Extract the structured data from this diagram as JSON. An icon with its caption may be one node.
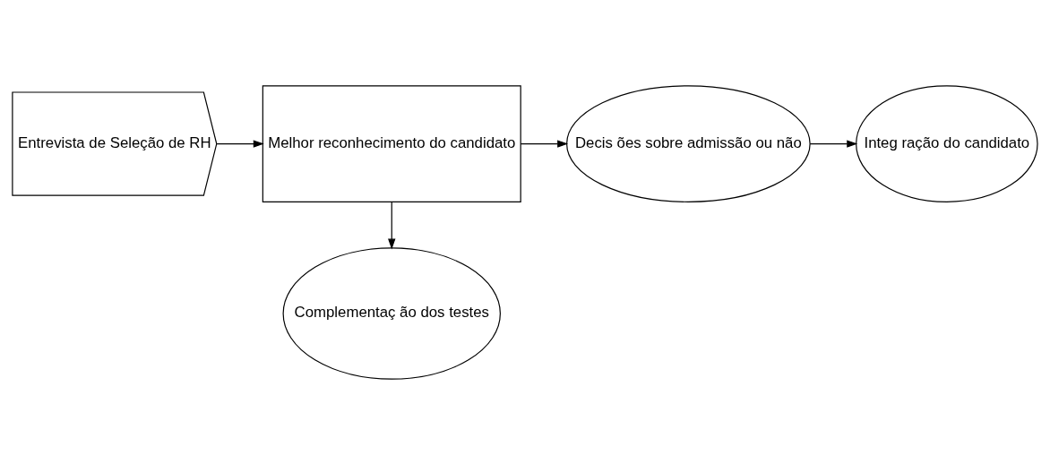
{
  "diagram": {
    "nodes": [
      {
        "text": [
          "Entrevista de Seleção de RH"
        ]
      },
      {
        "text": [
          "Melhor reconhecimento do candidato"
        ]
      },
      {
        "text": [
          "Decis ões sobre admissão ou não"
        ]
      },
      {
        "text": [
          "Integ ração do candidato"
        ]
      },
      {
        "text": [
          "Complementaç ão dos testes"
        ]
      }
    ],
    "edges": [
      {
        "from": 0,
        "to": 1,
        "arrow": "to"
      },
      {
        "from": 1,
        "to": 2,
        "arrow": "to"
      },
      {
        "from": 2,
        "to": 3,
        "arrow": "to"
      },
      {
        "from": 1,
        "to": 4,
        "arrow": "to"
      }
    ]
  }
}
